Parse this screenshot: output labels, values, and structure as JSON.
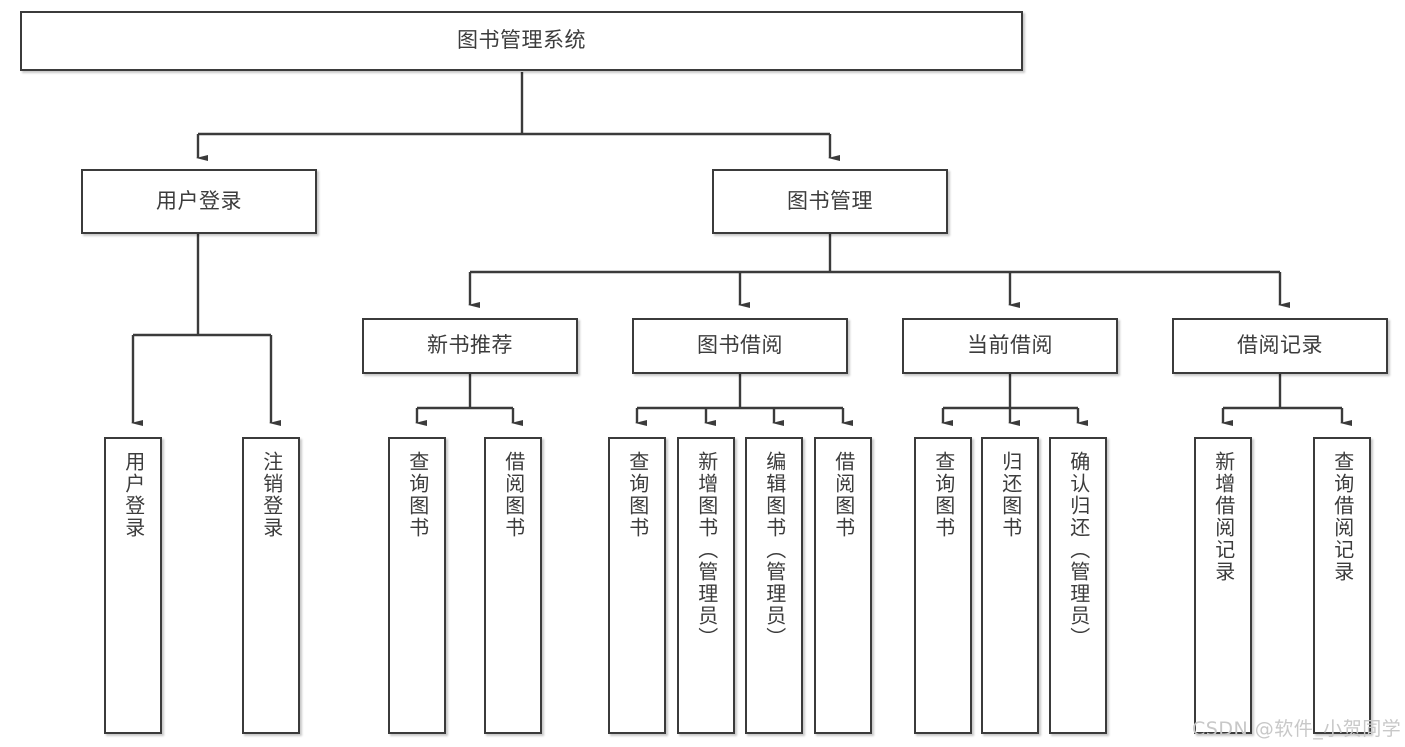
{
  "diagram": {
    "type": "hierarchy-tree",
    "title": "图书管理系统",
    "colors": {
      "box_border": "#3b3b3b",
      "box_fill": "#ffffff",
      "text": "#3c3c3c",
      "connector": "#3b3b3b",
      "watermark": "#c8c8c8",
      "background": "#ffffff"
    },
    "levels": 4
  },
  "root": {
    "label": "图书管理系统"
  },
  "level2": [
    {
      "label": "用户登录"
    },
    {
      "label": "图书管理"
    }
  ],
  "level3": [
    {
      "label": "新书推荐"
    },
    {
      "label": "图书借阅"
    },
    {
      "label": "当前借阅"
    },
    {
      "label": "借阅记录"
    }
  ],
  "leaves": {
    "user_login": [
      {
        "label": "用户登录"
      },
      {
        "label": "注销登录"
      }
    ],
    "new_book_recommend": [
      {
        "label": "查询图书"
      },
      {
        "label": "借阅图书"
      }
    ],
    "book_borrow": [
      {
        "label": "查询图书"
      },
      {
        "label": "新增图书（管理员）"
      },
      {
        "label": "编辑图书（管理员）"
      },
      {
        "label": "借阅图书"
      }
    ],
    "current_borrow": [
      {
        "label": "查询图书"
      },
      {
        "label": "归还图书"
      },
      {
        "label": "确认归还（管理员）"
      }
    ],
    "borrow_record": [
      {
        "label": "新增借阅记录"
      },
      {
        "label": "查询借阅记录"
      }
    ]
  },
  "watermark": {
    "text": "CSDN @软件_小贺同学"
  }
}
